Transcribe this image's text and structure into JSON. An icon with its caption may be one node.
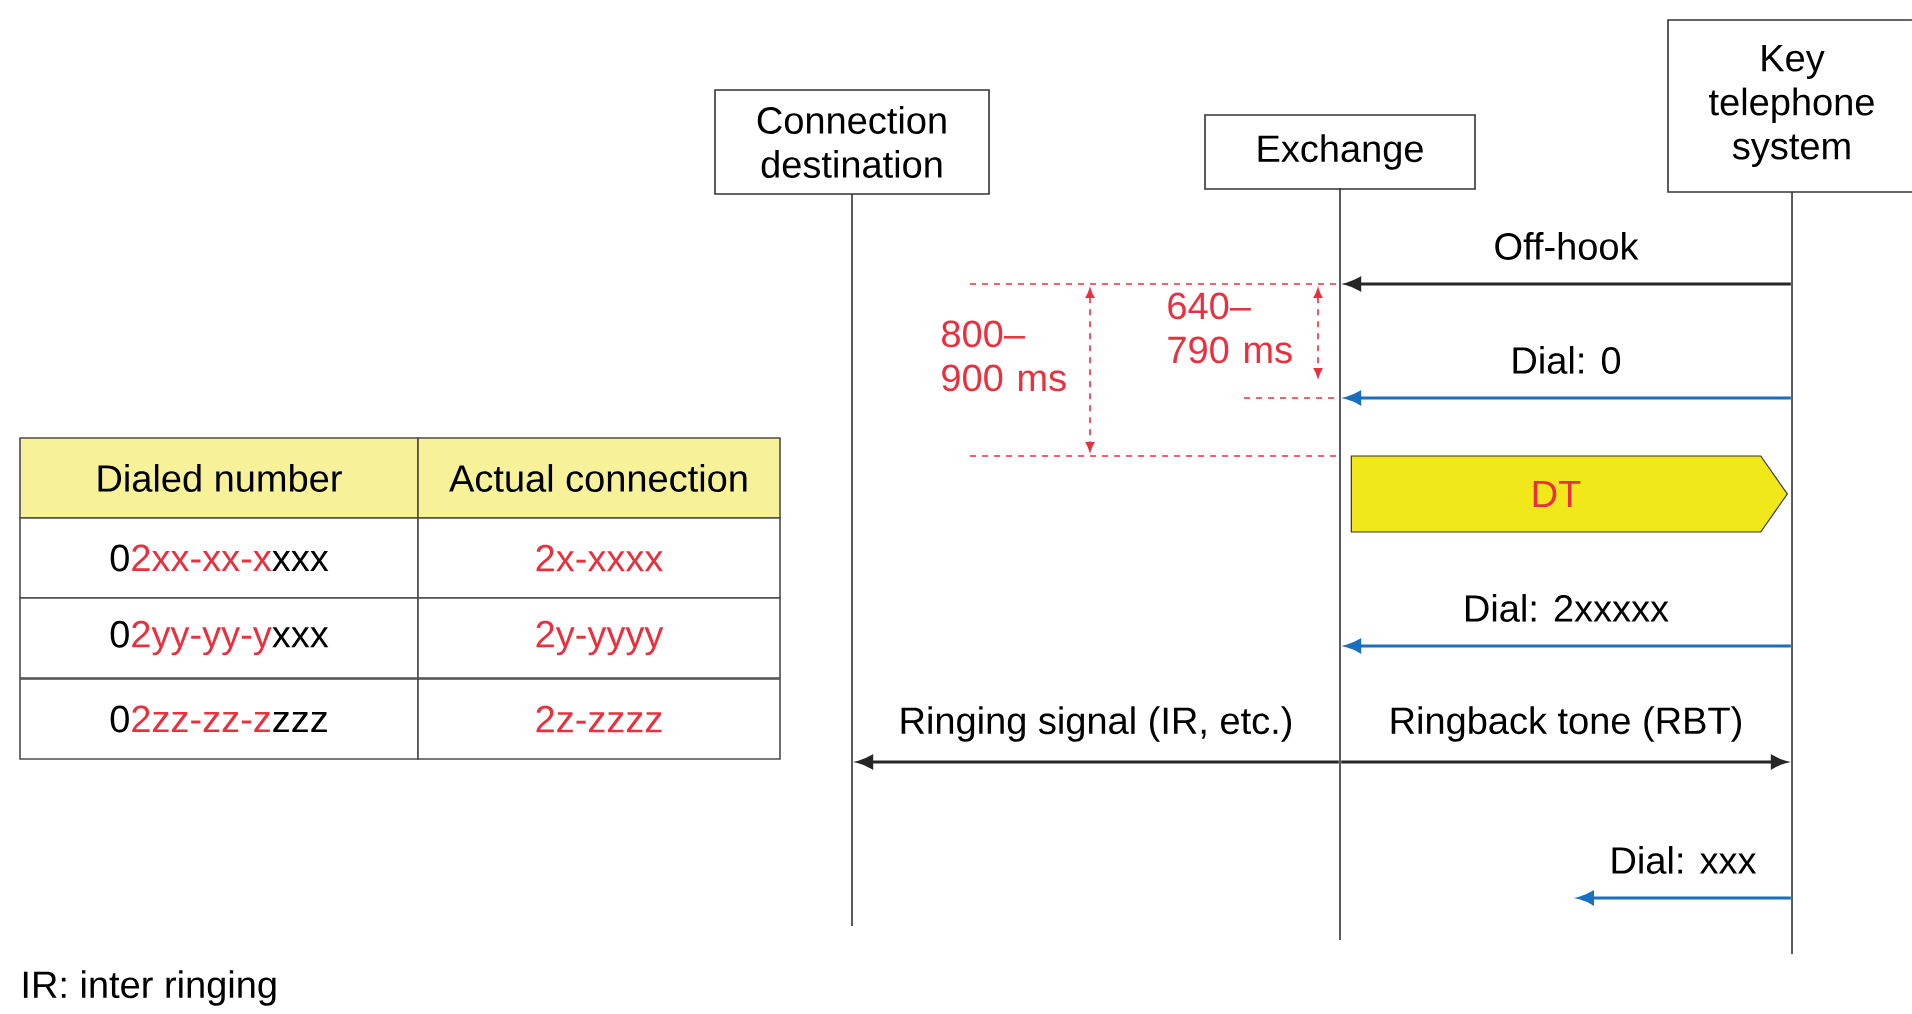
{
  "diagram": {
    "nodes": [
      {
        "text": [
          "Connection destination"
        ]
      },
      {
        "text": [
          "Exchange"
        ]
      },
      {
        "text": [
          "Key telephone system"
        ]
      },
      {
        "text": [
          "DT"
        ]
      },
      {
        "text": [],
        "shape": "line"
      },
      {
        "text": [],
        "shape": "line"
      },
      {
        "text": [],
        "shape": "line"
      }
    ],
    "edges": [
      {
        "from": 6,
        "to": 5,
        "arrow": "to",
        "label": "Off-hook"
      },
      {
        "from": 6,
        "to": 5,
        "arrow": "to",
        "label": "Dial: 0",
        "color": "#1a6fc0"
      },
      {
        "from": 6,
        "to": 5,
        "arrow": "to",
        "label": "Dial: 2xxxxx",
        "color": "#1a6fc0"
      },
      {
        "from": 5,
        "to": 4,
        "arrow": "to",
        "label": "Ringing signal (IR, etc.)"
      },
      {
        "from": 5,
        "to": 6,
        "arrow": "to",
        "label": "Ringback tone (RBT)"
      },
      {
        "from": 6,
        "to": null,
        "arrow": "to",
        "label": "Dial: xxx",
        "color": "#1a6fc0"
      }
    ],
    "labels": [
      "Dialed number",
      "Actual connection",
      "0",
      "2xx-xx-x",
      "xxx",
      "2x-xxxx",
      "0",
      "2yy-yy-y",
      "xxx",
      "2y-yyyy",
      "0",
      "2zz-zz-z",
      "zzz",
      "2z-zzzz",
      "800– 900 ms",
      "640– 790 ms",
      "IR: inter ringing"
    ]
  }
}
